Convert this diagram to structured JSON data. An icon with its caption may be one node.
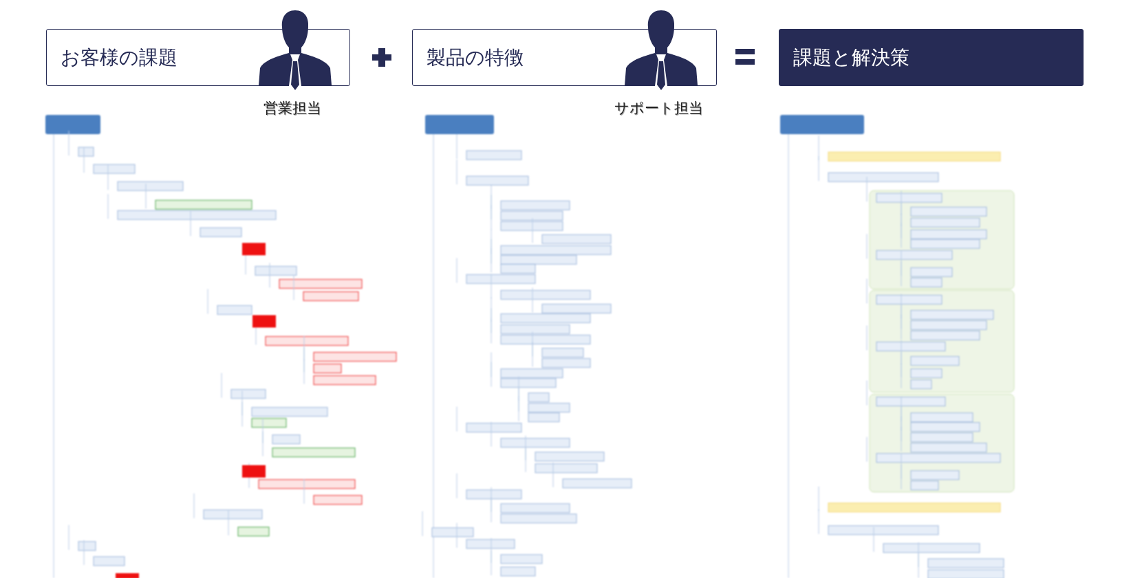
{
  "diagram": {
    "nodes": [
      {
        "text": [
          "お客様の課題"
        ],
        "beside": [
          "営業担当"
        ]
      },
      {
        "text": [
          "製品の特徴"
        ],
        "beside": [
          "サポート担当"
        ]
      },
      {
        "text": [
          "課題と解決策"
        ]
      }
    ]
  }
}
